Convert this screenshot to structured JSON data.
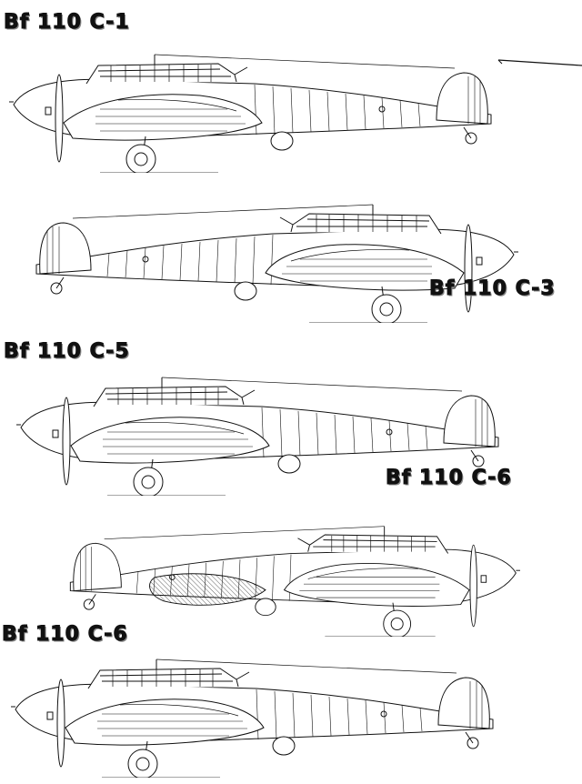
{
  "labels": [
    "Bf 110 C-1",
    "Bf 110 C-3",
    "Bf 110 C-5",
    "Bf 110 C-6",
    "Bf 110 C-6"
  ],
  "colors": {
    "ink": "#111111",
    "paper": "#ffffff"
  }
}
